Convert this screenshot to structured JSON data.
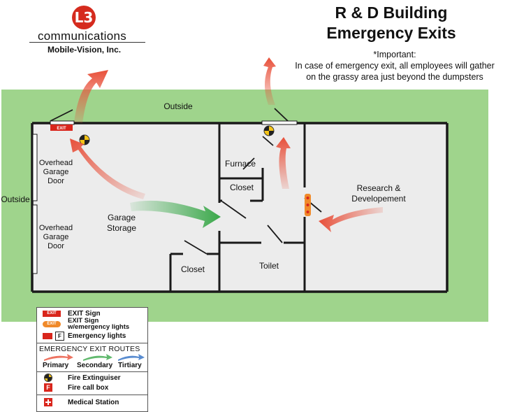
{
  "logo": {
    "mark": "L3",
    "name": "communications",
    "sub": "Mobile-Vision, Inc."
  },
  "title": {
    "line1": "R & D Building",
    "line2": "Emergency Exits"
  },
  "important": {
    "heading": "*Important:",
    "line1": "In case of emergency exit, all employees will gather",
    "line2": "on the grassy area just beyond the dumpsters"
  },
  "map": {
    "outside_top": "Outside",
    "outside_left": "Outside",
    "door1": [
      "Overhead",
      "Garage",
      "Door"
    ],
    "door2": [
      "Overhead",
      "Garage",
      "Door"
    ],
    "garage": [
      "Garage",
      "Storage"
    ],
    "furnace": "Furnace",
    "closet_top": "Closet",
    "closet_bottom": "Closet",
    "toilet": "Toilet",
    "research": [
      "Research &",
      "Developement"
    ],
    "exit_sign_text": "EXIT"
  },
  "legend": {
    "exit_sign": "EXIT Sign",
    "exit_sign_em_1": "EXIT Sign",
    "exit_sign_em_2": "w/emergency lights",
    "emergency_lights": "Emergency lights",
    "routes_heading": "EMERGENCY EXIT ROUTES",
    "primary": "Primary",
    "secondary": "Secondary",
    "tertiary": "Tirtiary",
    "fire_ext": "Fire Extinguiser",
    "fire_call": "Fire call box",
    "medical": "Medical Station",
    "f_letter": "F"
  },
  "colors": {
    "grass": "#9fd48c",
    "wall": "#1a1a1a",
    "floor": "#ececec",
    "primary_route": "#e8503a",
    "secondary_route": "#3aa84a",
    "tertiary_route": "#2f6fc4",
    "exit_red": "#d9261c"
  }
}
